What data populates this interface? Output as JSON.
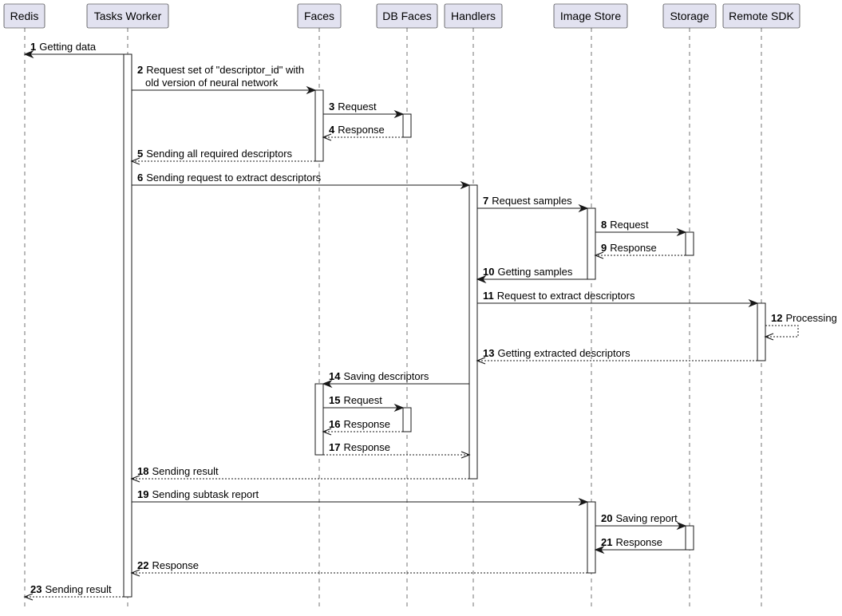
{
  "participants": [
    {
      "id": "redis",
      "label": "Redis"
    },
    {
      "id": "worker",
      "label": "Tasks Worker"
    },
    {
      "id": "faces",
      "label": "Faces"
    },
    {
      "id": "dbfaces",
      "label": "DB Faces"
    },
    {
      "id": "handlers",
      "label": "Handlers"
    },
    {
      "id": "imagestore",
      "label": "Image Store"
    },
    {
      "id": "storage",
      "label": "Storage"
    },
    {
      "id": "remotesdk",
      "label": "Remote SDK"
    }
  ],
  "messages": [
    {
      "num": "1",
      "text": [
        "Getting data"
      ],
      "from": "worker",
      "to": "redis",
      "dashed": false
    },
    {
      "num": "2",
      "text": [
        "Request set of \"descriptor_id\" with",
        "old version of neural network"
      ],
      "from": "worker",
      "to": "faces",
      "dashed": false
    },
    {
      "num": "3",
      "text": [
        "Request"
      ],
      "from": "faces",
      "to": "dbfaces",
      "dashed": false
    },
    {
      "num": "4",
      "text": [
        "Response"
      ],
      "from": "dbfaces",
      "to": "faces",
      "dashed": true
    },
    {
      "num": "5",
      "text": [
        "Sending all required descriptors"
      ],
      "from": "faces",
      "to": "worker",
      "dashed": true
    },
    {
      "num": "6",
      "text": [
        "Sending request to extract descriptors"
      ],
      "from": "worker",
      "to": "handlers",
      "dashed": false
    },
    {
      "num": "7",
      "text": [
        "Request samples"
      ],
      "from": "handlers",
      "to": "imagestore",
      "dashed": false
    },
    {
      "num": "8",
      "text": [
        "Request"
      ],
      "from": "imagestore",
      "to": "storage",
      "dashed": false
    },
    {
      "num": "9",
      "text": [
        "Response"
      ],
      "from": "storage",
      "to": "imagestore",
      "dashed": true
    },
    {
      "num": "10",
      "text": [
        "Getting samples"
      ],
      "from": "imagestore",
      "to": "handlers",
      "dashed": false
    },
    {
      "num": "11",
      "text": [
        "Request to extract descriptors"
      ],
      "from": "handlers",
      "to": "remotesdk",
      "dashed": false
    },
    {
      "num": "12",
      "text": [
        "Processing"
      ],
      "from": "remotesdk",
      "to": "remotesdk",
      "dashed": true
    },
    {
      "num": "13",
      "text": [
        "Getting extracted descriptors"
      ],
      "from": "remotesdk",
      "to": "handlers",
      "dashed": true
    },
    {
      "num": "14",
      "text": [
        "Saving descriptors"
      ],
      "from": "handlers",
      "to": "faces",
      "dashed": false
    },
    {
      "num": "15",
      "text": [
        "Request"
      ],
      "from": "faces",
      "to": "dbfaces",
      "dashed": false
    },
    {
      "num": "16",
      "text": [
        "Response"
      ],
      "from": "dbfaces",
      "to": "faces",
      "dashed": true
    },
    {
      "num": "17",
      "text": [
        "Response"
      ],
      "from": "faces",
      "to": "handlers",
      "dashed": true
    },
    {
      "num": "18",
      "text": [
        "Sending result"
      ],
      "from": "handlers",
      "to": "worker",
      "dashed": true
    },
    {
      "num": "19",
      "text": [
        "Sending subtask report"
      ],
      "from": "worker",
      "to": "imagestore",
      "dashed": false
    },
    {
      "num": "20",
      "text": [
        "Saving report"
      ],
      "from": "imagestore",
      "to": "storage",
      "dashed": false
    },
    {
      "num": "21",
      "text": [
        "Response"
      ],
      "from": "storage",
      "to": "imagestore",
      "dashed": false
    },
    {
      "num": "22",
      "text": [
        "Response"
      ],
      "from": "imagestore",
      "to": "worker",
      "dashed": true
    },
    {
      "num": "23",
      "text": [
        "Sending result"
      ],
      "from": "worker",
      "to": "redis",
      "dashed": true
    }
  ],
  "colors": {
    "participant_fill": "#e2e2f0",
    "stroke": "#181818",
    "background": "#ffffff"
  }
}
